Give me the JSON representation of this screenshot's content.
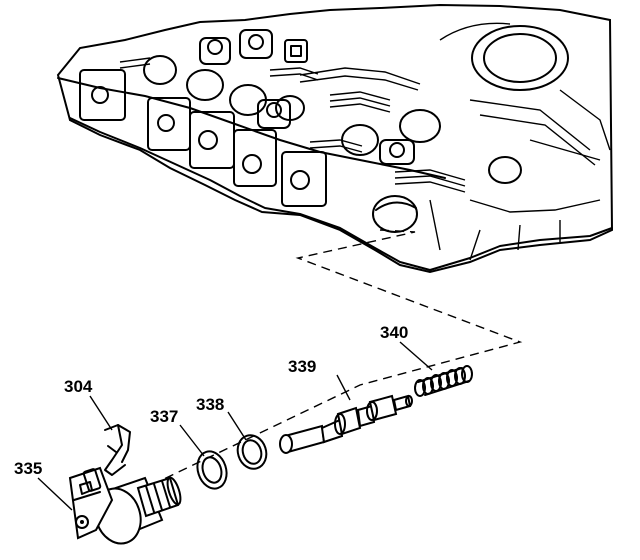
{
  "callouts": {
    "p304": "304",
    "p335": "335",
    "p337": "337",
    "p338": "338",
    "p339": "339",
    "p340": "340"
  },
  "colors": {
    "line": "#000000",
    "background": "#ffffff"
  }
}
